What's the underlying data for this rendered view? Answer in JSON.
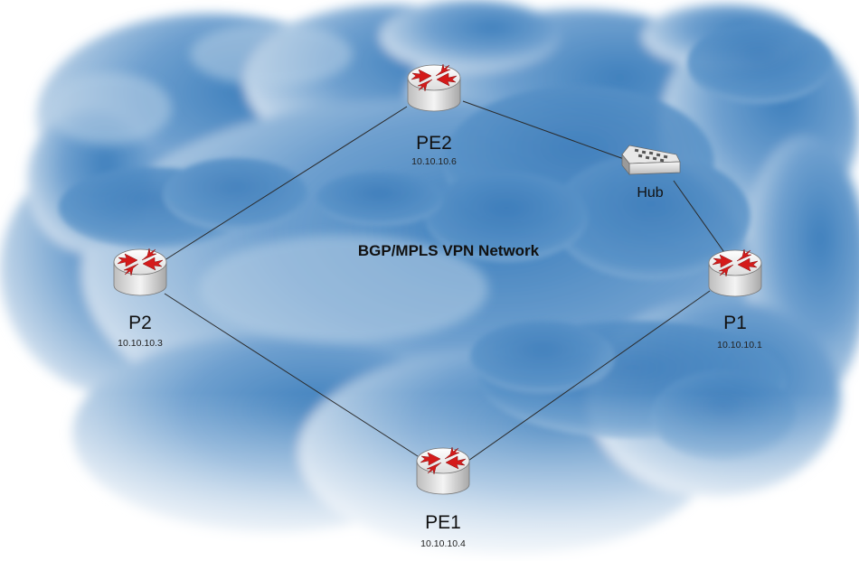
{
  "diagram": {
    "title": "BGP/MPLS VPN Network",
    "nodes": {
      "pe2": {
        "name": "PE2",
        "ip": "10.10.10.6"
      },
      "p2": {
        "name": "P2",
        "ip": "10.10.10.3"
      },
      "p1": {
        "name": "P1",
        "ip": "10.10.10.1"
      },
      "pe1": {
        "name": "PE1",
        "ip": "10.10.10.4"
      },
      "hub": {
        "name": "Hub"
      }
    },
    "links": [
      {
        "from": "PE2",
        "to": "Hub"
      },
      {
        "from": "Hub",
        "to": "P1"
      },
      {
        "from": "P1",
        "to": "PE1"
      },
      {
        "from": "PE1",
        "to": "P2"
      },
      {
        "from": "P2",
        "to": "PE2"
      }
    ]
  },
  "colors": {
    "cloud_dark": "#4f8ec4",
    "cloud_light": "#e9f1f8",
    "router_arrow": "#d41a1a",
    "router_body": "#f2f2f2"
  }
}
